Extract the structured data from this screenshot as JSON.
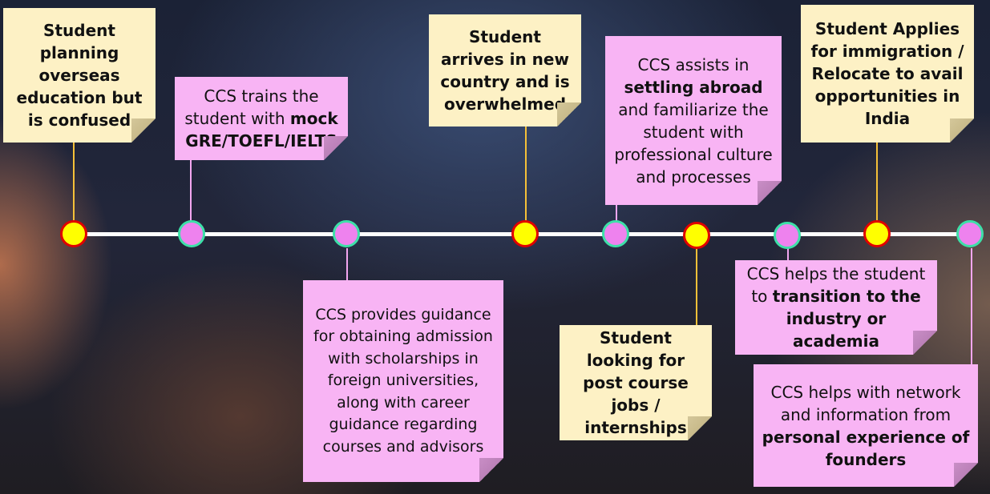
{
  "steps": [
    {
      "id": "s1",
      "kind": "yellow",
      "lines": [
        {
          "t": "Student planning overseas education but is confused",
          "b": true
        }
      ]
    },
    {
      "id": "s2",
      "kind": "pink",
      "lines": [
        {
          "t": "CCS trains the student with ",
          "b": false
        },
        {
          "t": "mock GRE/TOEFL/IELTS",
          "b": true
        }
      ]
    },
    {
      "id": "s3",
      "kind": "pink",
      "lines": [
        {
          "t": "CCS provides guidance for obtaining admission with scholarships in foreign universities, along with career guidance regarding courses and advisors",
          "b": false
        }
      ]
    },
    {
      "id": "s4",
      "kind": "yellow",
      "lines": [
        {
          "t": "Student arrives in new country and is overwhelmed",
          "b": true
        }
      ]
    },
    {
      "id": "s5",
      "kind": "pink",
      "lines": [
        {
          "t": "CCS assists in ",
          "b": false
        },
        {
          "t": "settling abroad",
          "b": true
        },
        {
          "t": " and familiarize the student with professional culture and processes",
          "b": false
        }
      ]
    },
    {
      "id": "s6",
      "kind": "yellow",
      "lines": [
        {
          "t": "Student looking for post course jobs / internships",
          "b": true
        }
      ]
    },
    {
      "id": "s7",
      "kind": "pink",
      "lines": [
        {
          "t": "CCS helps the student to ",
          "b": false
        },
        {
          "t": "transition to the industry or academia",
          "b": true
        }
      ]
    },
    {
      "id": "s8",
      "kind": "yellow",
      "lines": [
        {
          "t": "Student Applies for immigration / Relocate to avail opportunities in India",
          "b": true
        }
      ]
    },
    {
      "id": "s9",
      "kind": "pink",
      "lines": [
        {
          "t": "CCS helps with network and information from ",
          "b": false
        },
        {
          "t": "personal experience of founders",
          "b": true
        }
      ]
    }
  ],
  "colors": {
    "milestone_fill": "#ffff00",
    "milestone_ring": "#e00000",
    "service_fill": "#ee82ee",
    "service_ring": "#3de0a8",
    "note_yellow": "#fdf1c5",
    "note_pink": "#f8b4f4"
  }
}
